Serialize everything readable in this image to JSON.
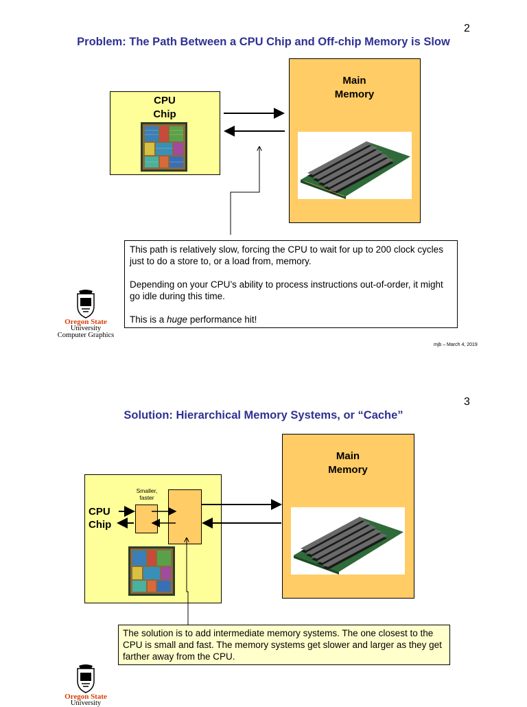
{
  "slides": [
    {
      "number": "2",
      "title": "Problem: The Path Between a CPU Chip and Off-chip Memory is Slow",
      "cpu_label": "CPU\nChip",
      "memory_label": "Main\nMemory",
      "callout": {
        "p1": "This path is relatively slow, forcing the CPU to wait for up to 200 clock cycles just to do a store to, or a load from, memory.",
        "p2": "Depending on your CPU’s ability to process instructions out-of-order, it might go idle during this time.",
        "p3_before": "This is a ",
        "p3_em": "huge",
        "p3_after": " performance hit!"
      },
      "footer": "mjb – March 4, 2019"
    },
    {
      "number": "3",
      "title": "Solution: Hierarchical Memory Systems, or “Cache”",
      "cpu_label": "CPU\nChip",
      "cache_label": "Smaller,\nfaster",
      "memory_label": "Main\nMemory",
      "callout": "The solution is to add intermediate memory systems.  The one closest to the CPU is small and fast.  The memory systems get slower and larger as they get farther away from the CPU."
    }
  ],
  "logo": {
    "line1": "Oregon State",
    "line2": "University",
    "line3": "Computer Graphics"
  },
  "colors": {
    "title": "#2e3192",
    "cpu_box": "#ffff99",
    "memory_box": "#ffcc66",
    "callout_bg": "#ffffcc",
    "osu_orange": "#d73f09"
  }
}
